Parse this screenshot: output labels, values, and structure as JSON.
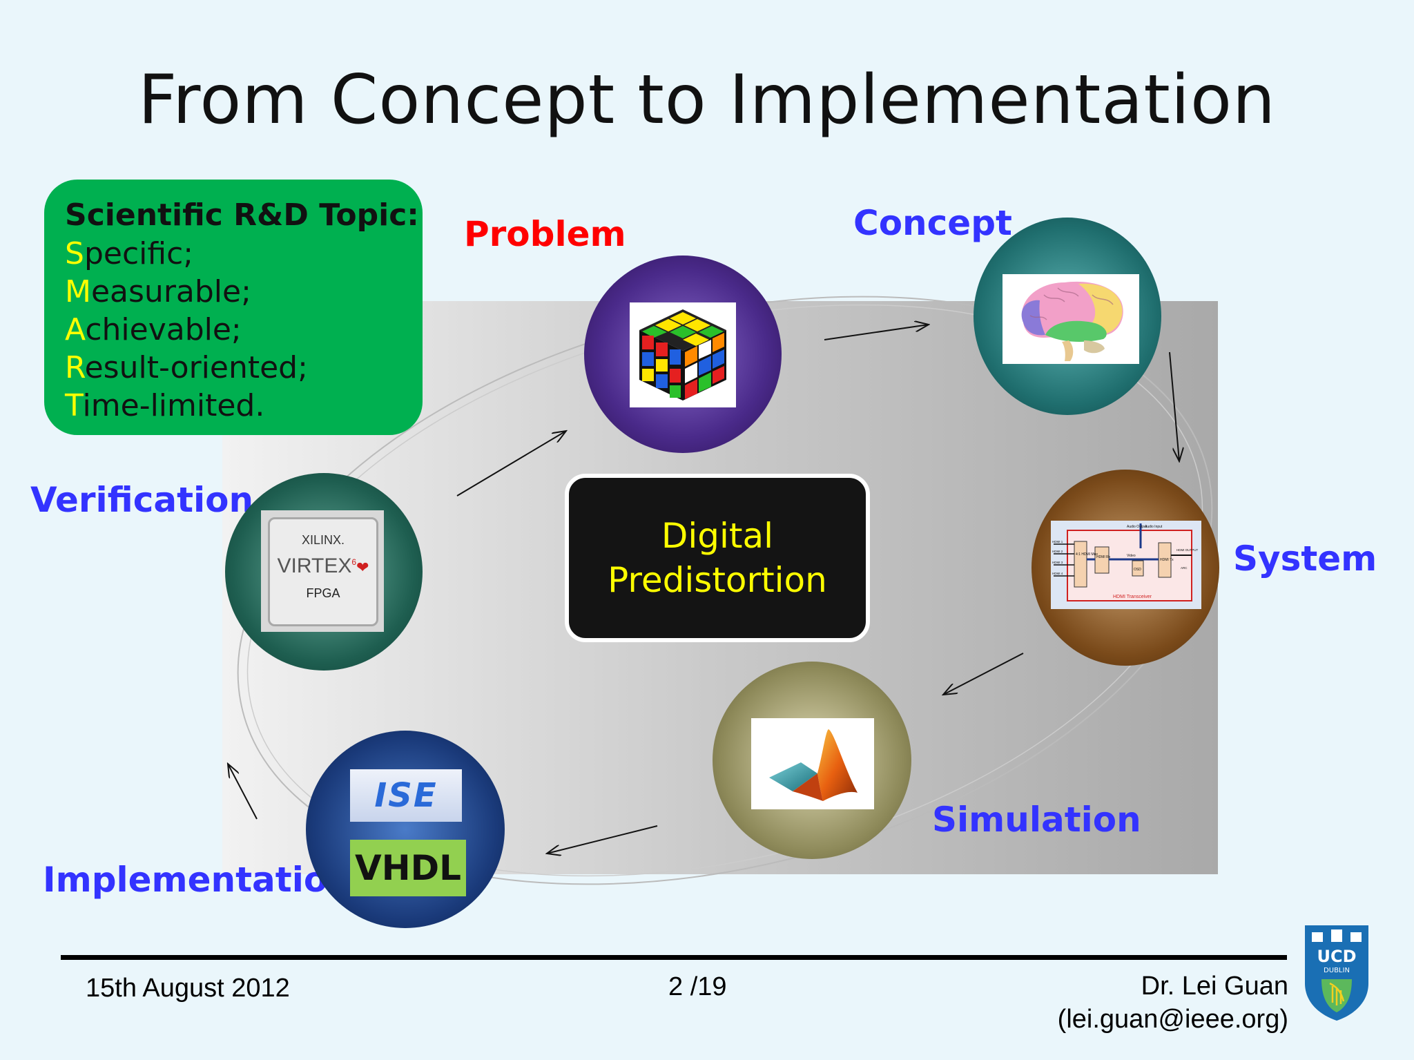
{
  "title": "From Concept to Implementation",
  "srd_box": {
    "heading": "Scientific R&D Topic:",
    "items": [
      {
        "first": "S",
        "rest": "pecific;"
      },
      {
        "first": "M",
        "rest": "easurable;"
      },
      {
        "first": "A",
        "rest": "chievable;"
      },
      {
        "first": "R",
        "rest": "esult-oriented;"
      },
      {
        "first": "T",
        "rest": "ime-limited."
      }
    ]
  },
  "stages": {
    "problem": "Problem",
    "concept": "Concept",
    "system": "System",
    "simulation": "Simulation",
    "implementation": "Implementation",
    "verification": "Verification"
  },
  "center": {
    "line1": "Digital",
    "line2": "Predistortion"
  },
  "images": {
    "xilinx_brand": "XILINX.",
    "xilinx_product": "VIRTEX",
    "xilinx_sup": "6",
    "xilinx_fpga": "FPGA",
    "ise": "ISE",
    "vhdl": "VHDL",
    "hdmi_caption": "HDMI Transceiver",
    "hdmi_blocks": {
      "mux": "4:1 HDMI Mux",
      "rx": "HDMI Rx",
      "tx": "HDMI Tx",
      "osd": "OSD",
      "video": "Video",
      "audio_out": "Audio Output",
      "audio_in": "Audio Input",
      "in1": "HDMI 1",
      "in2": "HDMI 2",
      "in3": "HDMI 3",
      "in4": "HDMI 4",
      "out": "HDMI OUTPUT",
      "arc": "ARC"
    }
  },
  "footer": {
    "date": "15th August 2012",
    "page": "2  /19",
    "author": "Dr. Lei Guan",
    "email": "(lei.guan@ieee.org)"
  },
  "logo": {
    "line1": "UCD",
    "line2": "DUBLIN"
  },
  "colors": {
    "background": "#eaf6fb",
    "green_box": "#00b050",
    "highlight": "#ffff00",
    "stage_blue": "#3333ff",
    "problem_red": "#ff0000"
  }
}
